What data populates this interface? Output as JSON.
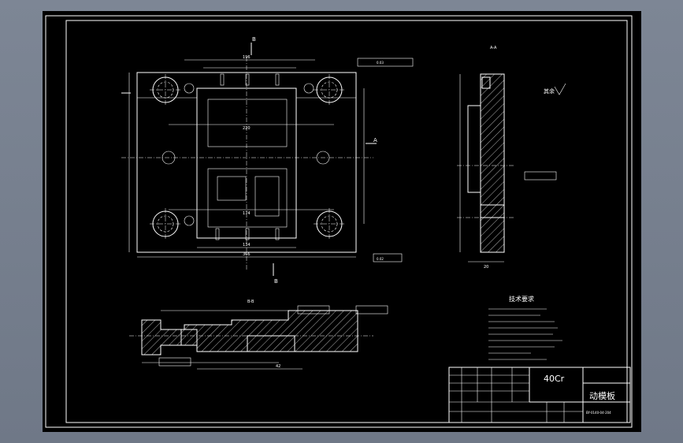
{
  "title_block": {
    "material": "40Cr",
    "part_name": "动模板",
    "drawing_no": "BY-0140-04-204"
  },
  "tech_requirements": {
    "heading": "技术要求"
  },
  "annotations": {
    "section_mark_b": "B",
    "section_mark_a": "A",
    "roughness_note": "其余",
    "dim_bottom_main": "366",
    "dim_bottom_inner": "134",
    "dim_inner_sub": "220",
    "dim_inner_sub2": "174",
    "dim_top_main": "196",
    "dim_top_len": "42",
    "dim_side_width": "20",
    "tol_a": "0.02",
    "tol_b": "0.03",
    "section_label_aa": "A-A",
    "section_label_bb": "B-B"
  }
}
